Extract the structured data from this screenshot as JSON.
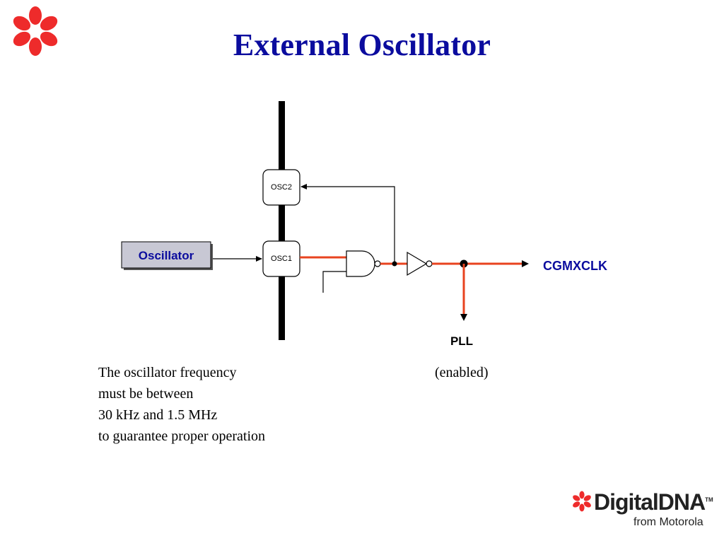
{
  "slide": {
    "title": "External Oscillator",
    "caption_lines": [
      "The oscillator frequency",
      "must be between",
      "30 kHz and 1.5 MHz",
      "to guarantee proper operation"
    ],
    "enabled_note": "(enabled)"
  },
  "diagram": {
    "oscillator_label": "Oscillator",
    "osc1_label": "OSC1",
    "osc2_label": "OSC2",
    "output_label": "CGMXCLK",
    "pll_label": "PLL"
  },
  "brand": {
    "name": "DigitalDNA",
    "trademark": "TM",
    "sub": "from Motorola"
  },
  "colors": {
    "title": "#0b0c9e",
    "signal_path": "#e8431f",
    "logo": "#ee2b2b",
    "output_label": "#0b0c9e",
    "oscillator_box": "#c8c8d4"
  }
}
